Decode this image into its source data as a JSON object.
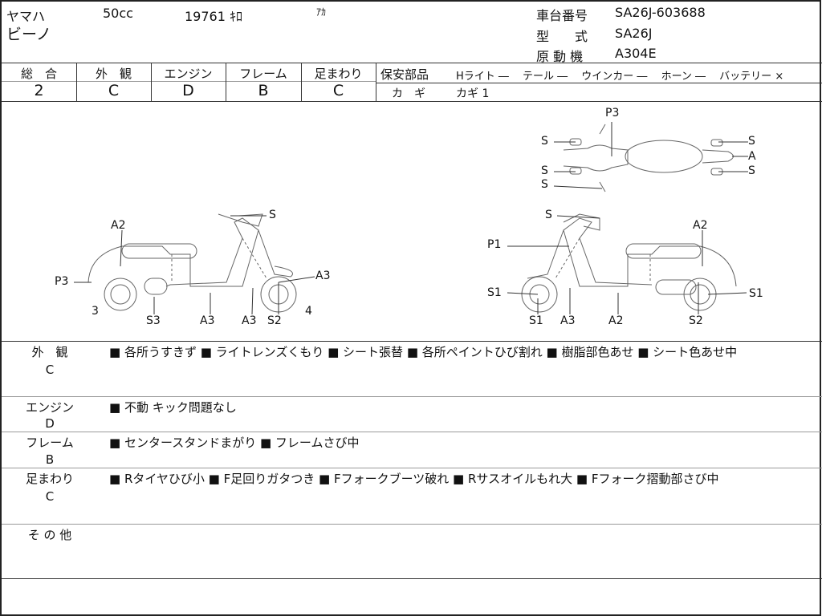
{
  "header": {
    "maker": "ヤマハ",
    "displacement": "50cc",
    "mileage": "19761 ｷﾛ",
    "color": "ｱｶ",
    "model": "ビーノ",
    "frame_no_label": "車台番号",
    "frame_no": "SA26J-603688",
    "type_label": "型　　式",
    "type": "SA26J",
    "engine_label": "原 動 機",
    "engine": "A304E"
  },
  "grades": [
    {
      "label": "総　合",
      "value": "2"
    },
    {
      "label": "外　観",
      "value": "C"
    },
    {
      "label": "エンジン",
      "value": "D"
    },
    {
      "label": "フレーム",
      "value": "B"
    },
    {
      "label": "足まわり",
      "value": "C"
    }
  ],
  "safety": {
    "label": "保安部品",
    "items": "Hライト ―　 テール ―　 ウインカー ―　 ホーン ―　 バッテリー ×",
    "key_label": "カ　ギ",
    "key_value": "カギ 1"
  },
  "diagram_labels": {
    "top": [
      "P3",
      "S",
      "S",
      "A",
      "S",
      "S",
      "S"
    ],
    "left": [
      "S",
      "A2",
      "P3",
      "3",
      "S3",
      "A3",
      "A3",
      "S2",
      "A3",
      "4"
    ],
    "right": [
      "S",
      "P1",
      "A2",
      "S1",
      "S1",
      "S1",
      "A3",
      "A2",
      "S2"
    ]
  },
  "remarks": [
    {
      "label": "外　観",
      "grade": "C",
      "text": "■ 各所うすきず ■ ライトレンズくもり ■ シート張替 ■ 各所ペイントひび割れ ■ 樹脂部色あせ ■ シート色あせ中"
    },
    {
      "label": "エンジン",
      "grade": "D",
      "text": "■ 不動 キック問題なし"
    },
    {
      "label": "フレーム",
      "grade": "B",
      "text": "■ センタースタンドまがり ■ フレームさび中"
    },
    {
      "label": "足まわり",
      "grade": "C",
      "text": "■ Rタイヤひび小 ■ F足回りガタつき ■ Fフォークブーツ破れ ■ Rサスオイルもれ大 ■ Fフォーク摺動部さび中"
    },
    {
      "label": "そ の 他",
      "grade": "",
      "text": ""
    }
  ]
}
